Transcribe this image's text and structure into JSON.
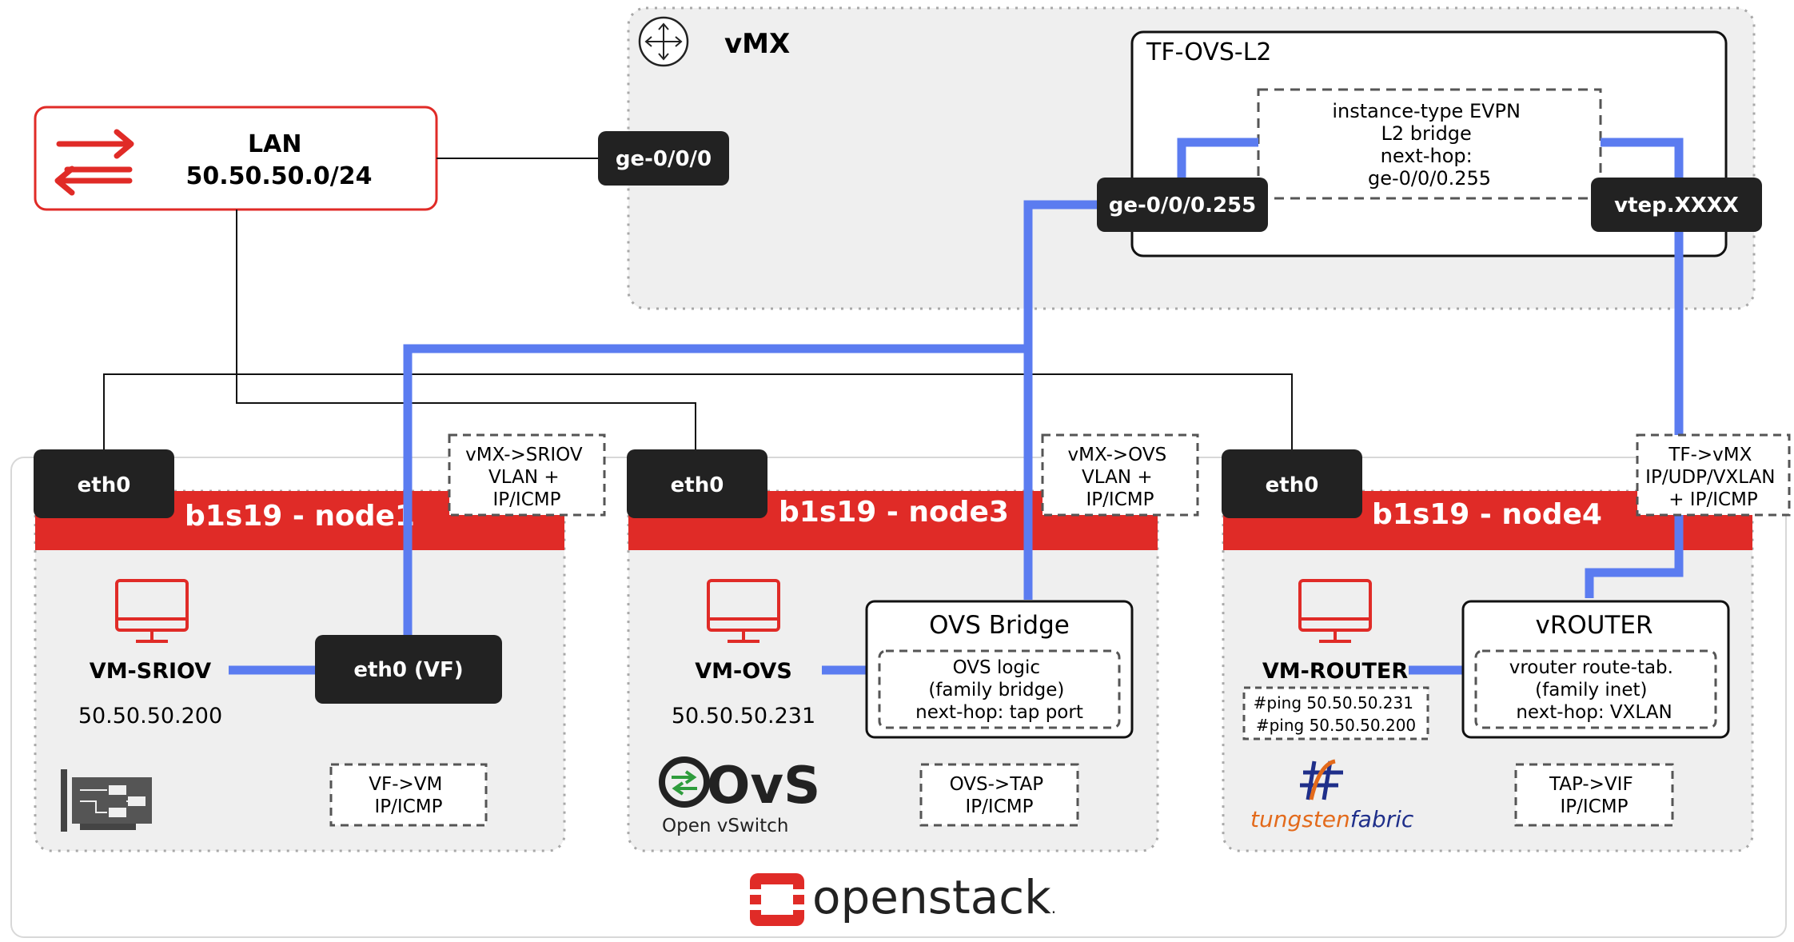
{
  "colors": {
    "accent_red": "#e02b27",
    "link_blue": "#5b7cf0",
    "dark_pill": "#222222",
    "panel_bg": "#efefef"
  },
  "vmx": {
    "title": "vMX",
    "icon": "router-icon",
    "port_ge000": "ge-0/0/0"
  },
  "tf_ovs_l2": {
    "title": "TF-OVS-L2",
    "note_lines": [
      "instance-type EVPN",
      "L2 bridge",
      "next-hop:",
      "ge-0/0/0.255"
    ],
    "port_left": "ge-0/0/0.255",
    "port_right": "vtep.XXXX"
  },
  "lan": {
    "title": "LAN",
    "subnet": "50.50.50.0/24",
    "icon": "arrows-exchange-icon"
  },
  "nodes": [
    {
      "title": "b1s19 - node1",
      "eth": "eth0",
      "vm_name": "VM-SRIOV",
      "vm_ip": "50.50.50.200",
      "device": "eth0 (VF)",
      "flow_lines": [
        "vMX->SRIOV",
        "VLAN +",
        "IP/ICMP"
      ],
      "bottom_lines": [
        "VF->VM",
        "IP/ICMP"
      ],
      "logo": "nic-card-icon"
    },
    {
      "title": "b1s19 - node3",
      "eth": "eth0",
      "vm_name": "VM-OVS",
      "vm_ip": "50.50.50.231",
      "bridge_title": "OVS Bridge",
      "bridge_lines": [
        "OVS logic",
        "(family bridge)",
        "next-hop: tap port"
      ],
      "flow_lines": [
        "vMX->OVS",
        "VLAN +",
        "IP/ICMP"
      ],
      "bottom_lines": [
        "OVS->TAP",
        "IP/ICMP"
      ],
      "logo_text": "OvS",
      "logo_sub": "Open vSwitch"
    },
    {
      "title": "b1s19 - node4",
      "eth": "eth0",
      "vm_name": "VM-ROUTER",
      "ping_lines": [
        "#ping 50.50.50.231",
        "#ping 50.50.50.200"
      ],
      "router_title": "vROUTER",
      "router_lines": [
        "vrouter route-tab.",
        "(family inet)",
        "next-hop: VXLAN"
      ],
      "flow_lines": [
        "TF->vMX",
        "IP/UDP/VXLAN",
        "+ IP/ICMP"
      ],
      "bottom_lines": [
        "TAP->VIF",
        "IP/ICMP"
      ],
      "logo_a": "tungsten",
      "logo_b": "fabric"
    }
  ],
  "openstack": {
    "text": "openstack",
    "reg": "."
  }
}
